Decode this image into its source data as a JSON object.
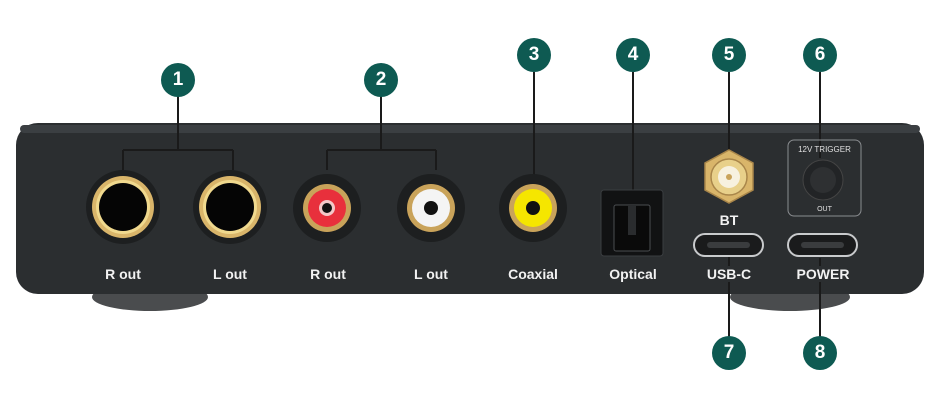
{
  "colors": {
    "badge": "#0e5a52",
    "device_body": "#2d3032",
    "gold": "#d9b56a",
    "rca_red": "#e8303c",
    "rca_white": "#f4f4f4",
    "rca_yellow": "#f5e600"
  },
  "callouts": [
    "1",
    "2",
    "3",
    "4",
    "5",
    "6",
    "7",
    "8"
  ],
  "labels": {
    "xlr_r": "R out",
    "xlr_l": "L out",
    "rca_r": "R out",
    "rca_l": "L out",
    "coaxial": "Coaxial",
    "optical": "Optical",
    "bt": "BT",
    "usbc": "USB-C",
    "power": "POWER",
    "trigger_title": "12V TRIGGER",
    "trigger_out": "OUT"
  }
}
